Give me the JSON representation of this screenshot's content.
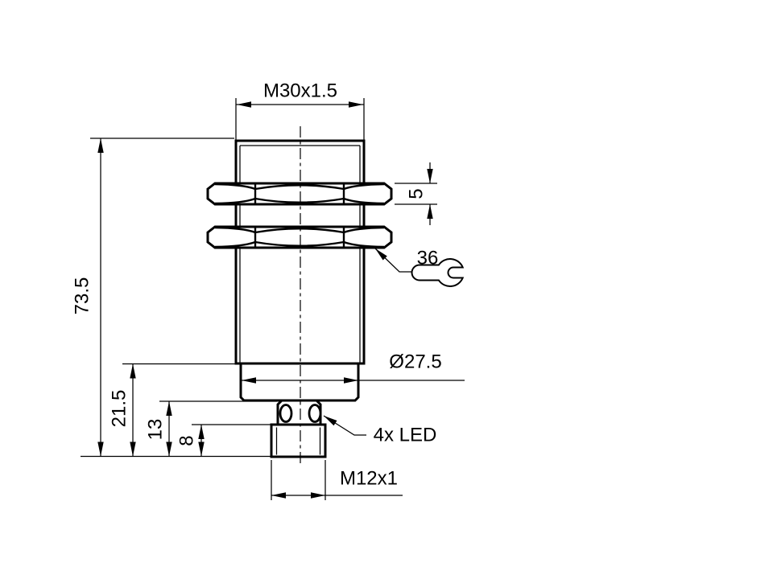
{
  "drawing": {
    "kind": "technical-dimension-drawing",
    "labels": {
      "thread_size": "M30x1.5",
      "overall_length": "73.5",
      "nut_height": "5",
      "wrench_size": "36",
      "body_diameter": "Ø27.5",
      "rear_length": "21.5",
      "led_height": "13",
      "connector_height": "8",
      "led_note": "4x LED",
      "connector_thread": "M12x1"
    },
    "icons": {
      "wrench": "open-end-wrench-icon"
    },
    "colors": {
      "line": "#000000",
      "background": "#ffffff"
    }
  }
}
